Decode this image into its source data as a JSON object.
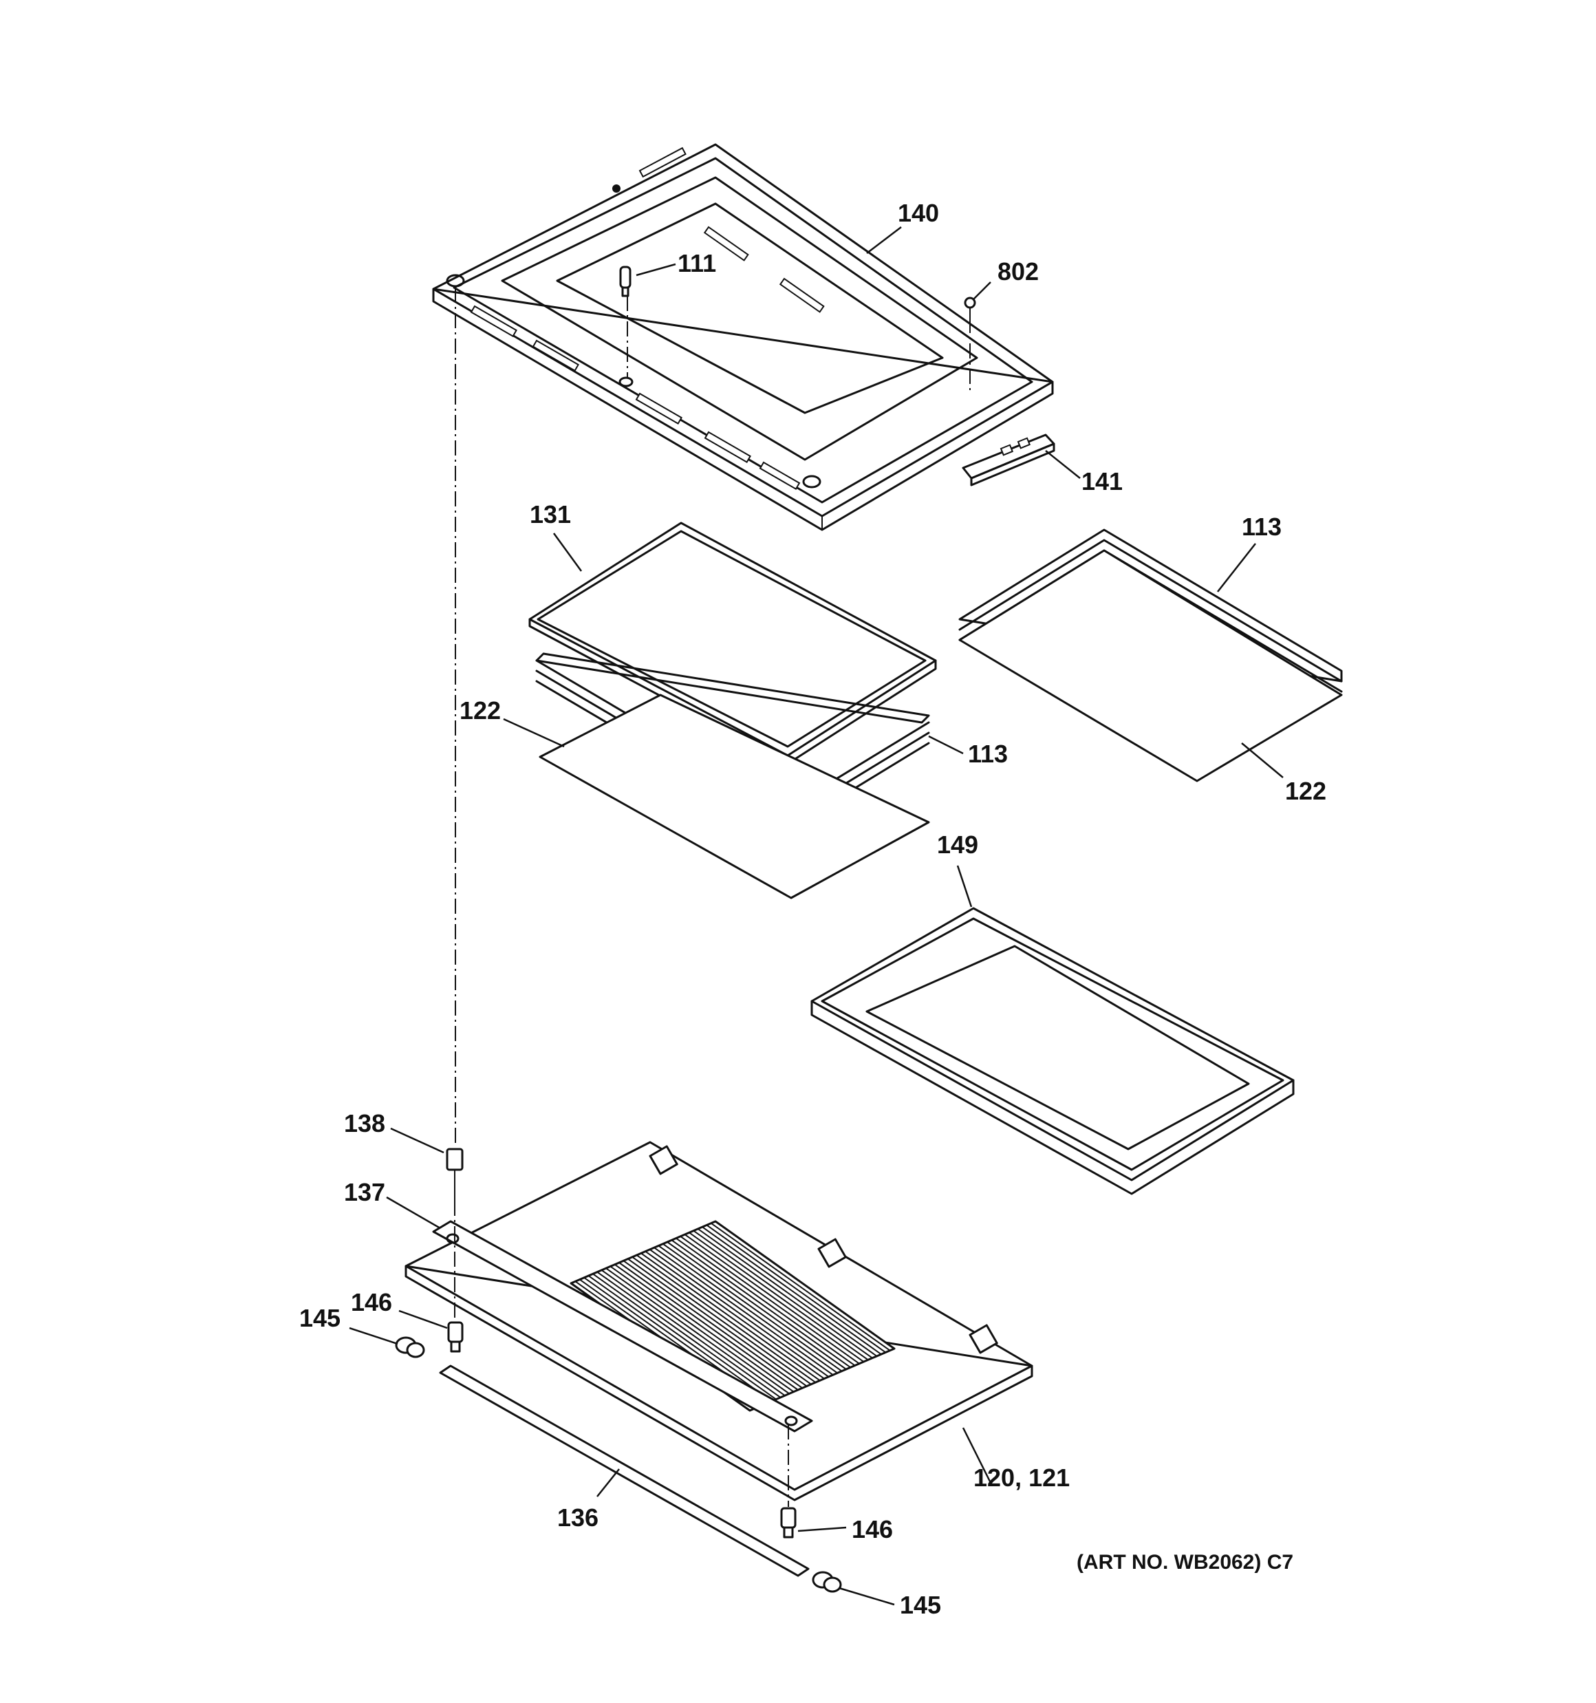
{
  "diagram": {
    "callouts": [
      {
        "id": "c140",
        "label": "140"
      },
      {
        "id": "c111",
        "label": "111"
      },
      {
        "id": "c802",
        "label": "802"
      },
      {
        "id": "c141",
        "label": "141"
      },
      {
        "id": "c131",
        "label": "131"
      },
      {
        "id": "c113a",
        "label": "113"
      },
      {
        "id": "c122a",
        "label": "122"
      },
      {
        "id": "c113b",
        "label": "113"
      },
      {
        "id": "c122b",
        "label": "122"
      },
      {
        "id": "c149",
        "label": "149"
      },
      {
        "id": "c138",
        "label": "138"
      },
      {
        "id": "c137",
        "label": "137"
      },
      {
        "id": "c146a",
        "label": "146"
      },
      {
        "id": "c145a",
        "label": "145"
      },
      {
        "id": "c136",
        "label": "136"
      },
      {
        "id": "c120",
        "label": "120, 121"
      },
      {
        "id": "c146b",
        "label": "146"
      },
      {
        "id": "c145b",
        "label": "145"
      }
    ],
    "art_number": "(ART NO. WB2062) C7"
  }
}
